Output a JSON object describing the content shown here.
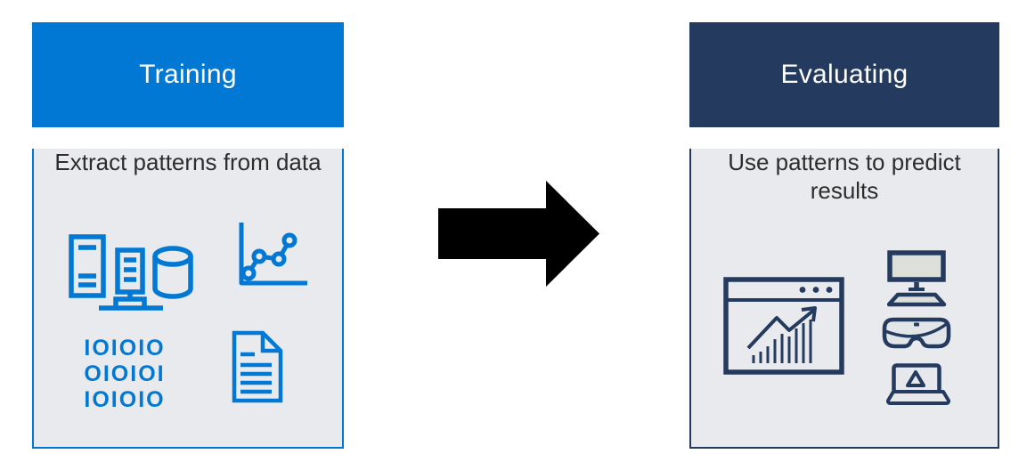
{
  "diagram": {
    "training": {
      "title": "Training",
      "description": "Extract patterns from data",
      "binary_lines": [
        "101010",
        "010101",
        "101010"
      ],
      "icons": [
        "servers-icon",
        "line-chart-icon",
        "binary-code-text",
        "document-icon"
      ],
      "header_color": "#0078D4"
    },
    "evaluating": {
      "title": "Evaluating",
      "description": "Use patterns to predict results",
      "icons": [
        "browser-analytics-icon",
        "monitor-icon",
        "vr-headset-icon",
        "laptop-icon"
      ],
      "header_color": "#243A5E"
    },
    "arrow": {
      "direction": "right",
      "color": "#000000"
    },
    "colors": {
      "panel_body_bg": "#E8EAED",
      "header_text": "#FFFFFF",
      "body_text": "#2D2D2D",
      "icon_blue": "#0078D4",
      "icon_navy": "#243A5E"
    }
  }
}
